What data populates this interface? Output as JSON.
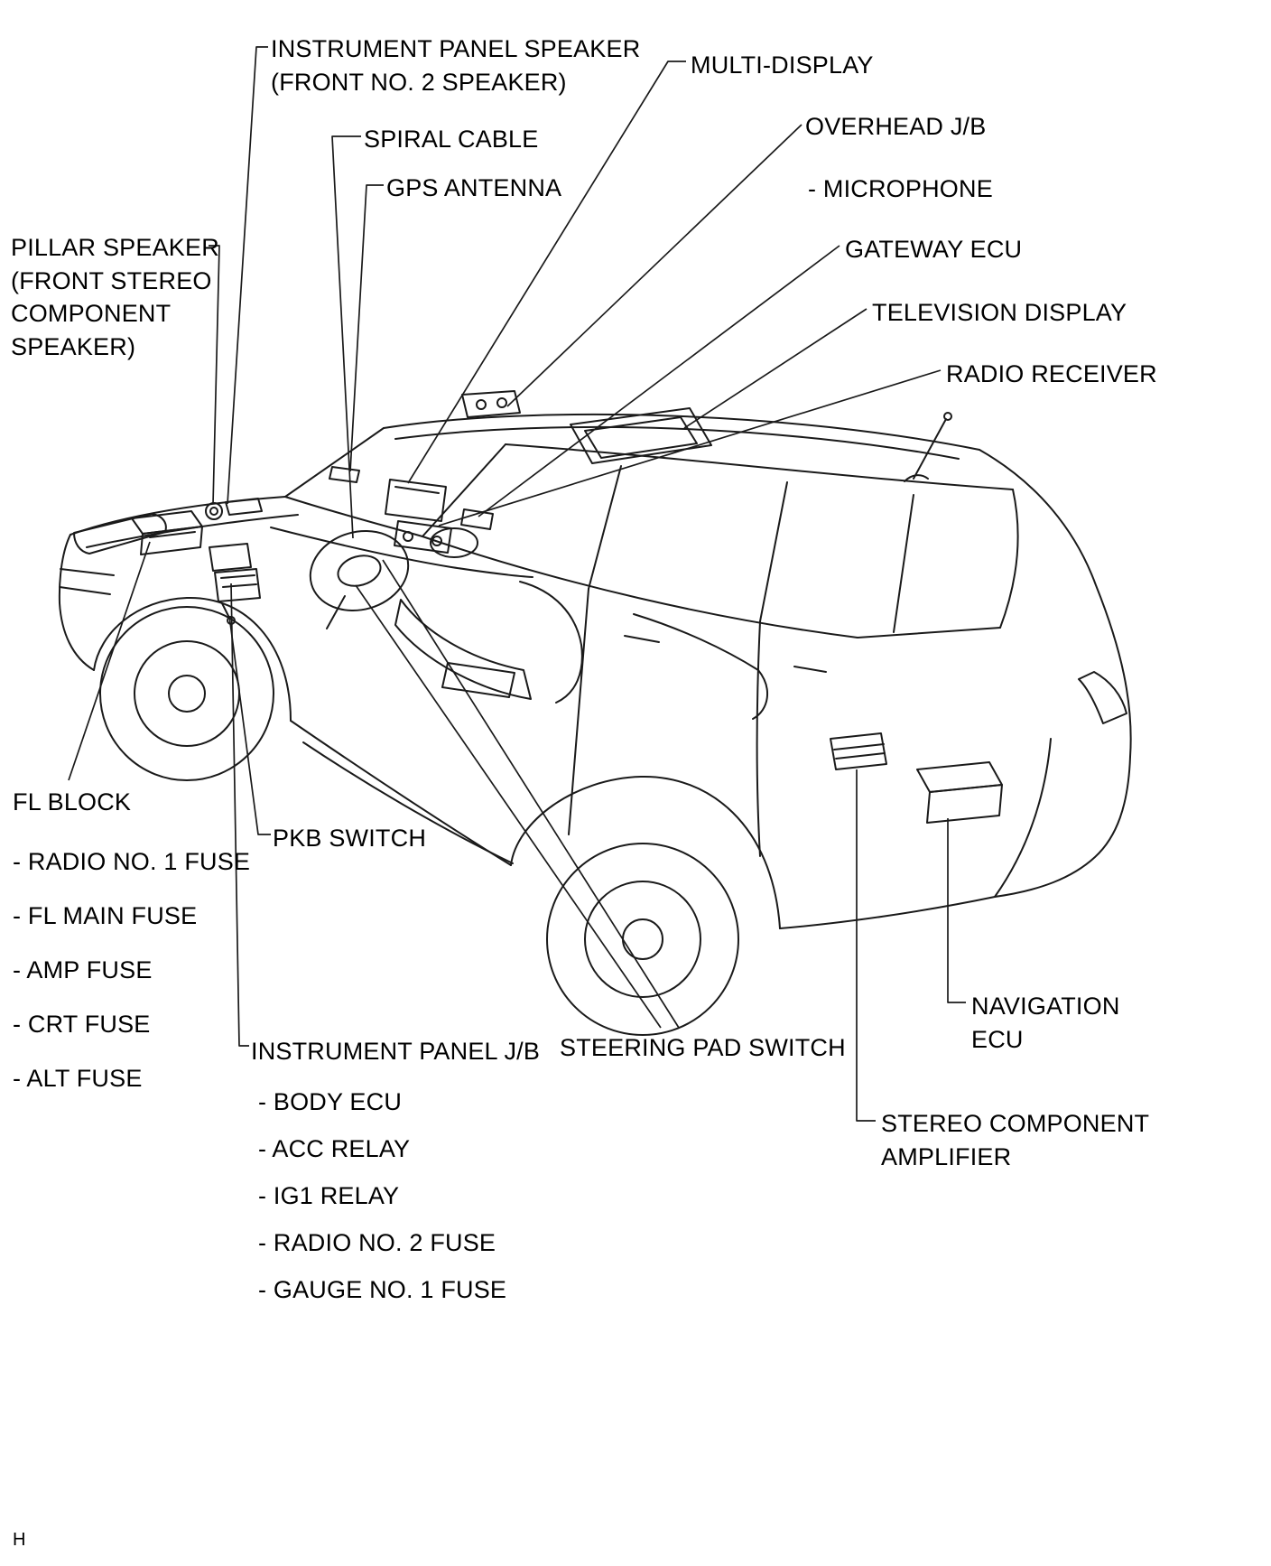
{
  "figure": {
    "page_marker": "H",
    "line_color": "#1a1a1a",
    "background_color": "#ffffff",
    "text_color": "#000000"
  },
  "labels": {
    "instrument_panel_speaker": "INSTRUMENT PANEL SPEAKER\n(FRONT NO. 2 SPEAKER)",
    "multi_display": "MULTI-DISPLAY",
    "spiral_cable": "SPIRAL CABLE",
    "gps_antenna": "GPS ANTENNA",
    "overhead_jb": "OVERHEAD J/B",
    "microphone": "- MICROPHONE",
    "pillar_speaker": "PILLAR SPEAKER\n(FRONT STEREO\nCOMPONENT\nSPEAKER)",
    "gateway_ecu": "GATEWAY ECU",
    "television_display": "TELEVISION DISPLAY",
    "radio_receiver": "RADIO RECEIVER",
    "fl_block": "FL BLOCK",
    "fl_block_items": {
      "radio_no1_fuse": "- RADIO NO. 1 FUSE",
      "fl_main_fuse": "- FL MAIN FUSE",
      "amp_fuse": "- AMP FUSE",
      "crt_fuse": "- CRT FUSE",
      "alt_fuse": "- ALT FUSE"
    },
    "pkb_switch": "PKB SWITCH",
    "instrument_panel_jb": "INSTRUMENT PANEL J/B",
    "instrument_panel_jb_items": {
      "body_ecu": "- BODY ECU",
      "acc_relay": "- ACC RELAY",
      "ig1_relay": "- IG1 RELAY",
      "radio_no2_fuse": "- RADIO NO. 2 FUSE",
      "gauge_no1_fuse": "- GAUGE NO. 1 FUSE"
    },
    "steering_pad_switch": "STEERING PAD SWITCH",
    "navigation_ecu": "NAVIGATION\nECU",
    "stereo_component_amplifier": "STEREO COMPONENT\nAMPLIFIER"
  }
}
